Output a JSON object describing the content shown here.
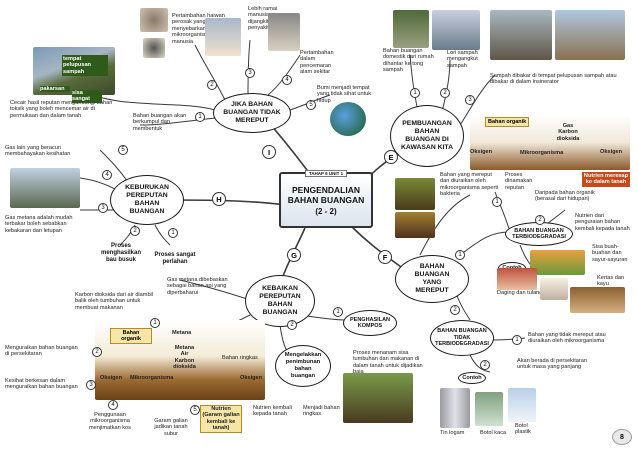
{
  "center": {
    "tag": "TAHAP 6 UNIT 1",
    "title": "PENGENDALIAN BAHAN BUANGAN",
    "subtitle": "(2 - 2)"
  },
  "branches": {
    "I": {
      "letter": "I",
      "title": "JIKA BAHAN BUANGAN TIDAK MEREPUT"
    },
    "E": {
      "letter": "E",
      "title": "PEMBUANGAN BAHAN BUANGAN DI KAWASAN KITA"
    },
    "H": {
      "letter": "H",
      "title": "KEBURUKAN PEREPUTAN BAHAN BUANGAN"
    },
    "F": {
      "letter": "F",
      "title": "BAHAN BUANGAN YANG MEREPUT"
    },
    "G": {
      "letter": "G",
      "title": "KEBAIKAN PEREPUTAN BAHAN BUANGAN"
    }
  },
  "sub_nodes": {
    "biodeg": "BAHAN BUANGAN TERBIODEGRADASI",
    "nonbiodeg": "BAHAN BUANGAN TIDAK TERBIODEGRADASI",
    "compost": "PENGHASILAN KOMPOS",
    "recycle": "Mengelakkan penimbunan bahan buangan",
    "bahan_organik": "Bahan organik",
    "contoh1": "Contoh",
    "contoh2": "Contoh",
    "proses_hasil": "Proses menghasilkan bau busuk",
    "proses_perlahan": "Proses sangat perlahan"
  },
  "texts": {
    "i1": "Bahan buangan akan berkumpul dan membentuk",
    "i2": "Cecair hasil reputan mengandungi bahan toksik yang boleh mencemar air di permukaan dan dalam tanah",
    "i3": "Pertambahan haiwan perosak yang menyebarkan mikroorganisma kepada manusia",
    "i4": "Lebih ramai manusia dijangkiti penyakit",
    "i5": "Pertambahan dalam pencemaran alam sekitar",
    "i6": "Bumi menjadi tempat yang tidak sihat untuk hidup",
    "i_pic1": "tempat pelupusan sampah",
    "i_pic2": "pakarsan",
    "i_pic3": "sisa sangat",
    "e1": "Bahan buangan domestik dari rumah dihantar ke tong sampah",
    "e2": "Lori sampah mengangkut sampah",
    "e3": "Sampah dibakar di tempat pelupusan sampah atau dibakar di dalam insinerator",
    "e_bo": "Bahan organik",
    "e_okg": "Oksigen",
    "e_mik": "Mikroorganisma",
    "e_nut": "Nutrien meresap ke dalam tanah",
    "e_gas": "Gas Karbon dioksida",
    "e_okg2": "Oksigen",
    "h1": "Gas lain yang beracun membahayakan kesihatan",
    "h2": "Gas metana adalah mudah terbakar boleh sebabkan kebakaran dan letupan",
    "f1": "Bahan yang mereput dan diuraikan oleh mikroorganisma seperti bakteria",
    "f2": "Proses dinamakan reputan",
    "f3": "Daripada bahan organik (berasal dari hidupan)",
    "f4": "Nutrien dari penguraian bahan kembali kepada tanah",
    "f5": "Sisa buah-buahan dan sayur-sayuran",
    "f6": "Kertas dan kayu",
    "f7": "Daging dan tulang",
    "f8": "Bahan yang tidak mereput atau diuraikan oleh mikroorganisma",
    "f9": "Akan berada di persekitaran untuk masa yang panjang",
    "f10": "Tin logam",
    "f11": "Botol kaca",
    "f12": "Botol plastik",
    "g1": "Gas metana dibebaskan sebagai bahan api yang diperbaharui",
    "g2": "Karbon dioksida dari air diambil balik oleh tumbuhan untuk membuat makanan",
    "g3": "Bahan ringkas",
    "g4": "Proses menanam sisa tumbuhan dan makanan di dalam tanah untuk dijadikan baja",
    "g5": "Nutrien kembali kepada tanah",
    "g6": "Menjadi bahan ringkas",
    "g_bo": "Bahan organik",
    "g_mik": "Mikroorganisma",
    "g_okg": "Oksigen",
    "g_okg2": "Oksigen",
    "g_met": "Metana",
    "g_met2": "Metana Air Karbon dioksida",
    "g_nut": "Nutrien (Garam galian kembali ke tanah)",
    "g_keg": "Menguraikan bahan buangan di persekitaran",
    "g_kes": "Kesihat berkesan dalam menguraikan bahan buangan",
    "g_peng": "Penggunaan mikroorganisma menjimatkan kos",
    "g_gar": "Garam galian jadikan tanah subur"
  },
  "page": "8",
  "colors": {
    "node_bg": "#f4f0d0",
    "line": "#3a3a3a",
    "accent": "#c64a1b"
  }
}
